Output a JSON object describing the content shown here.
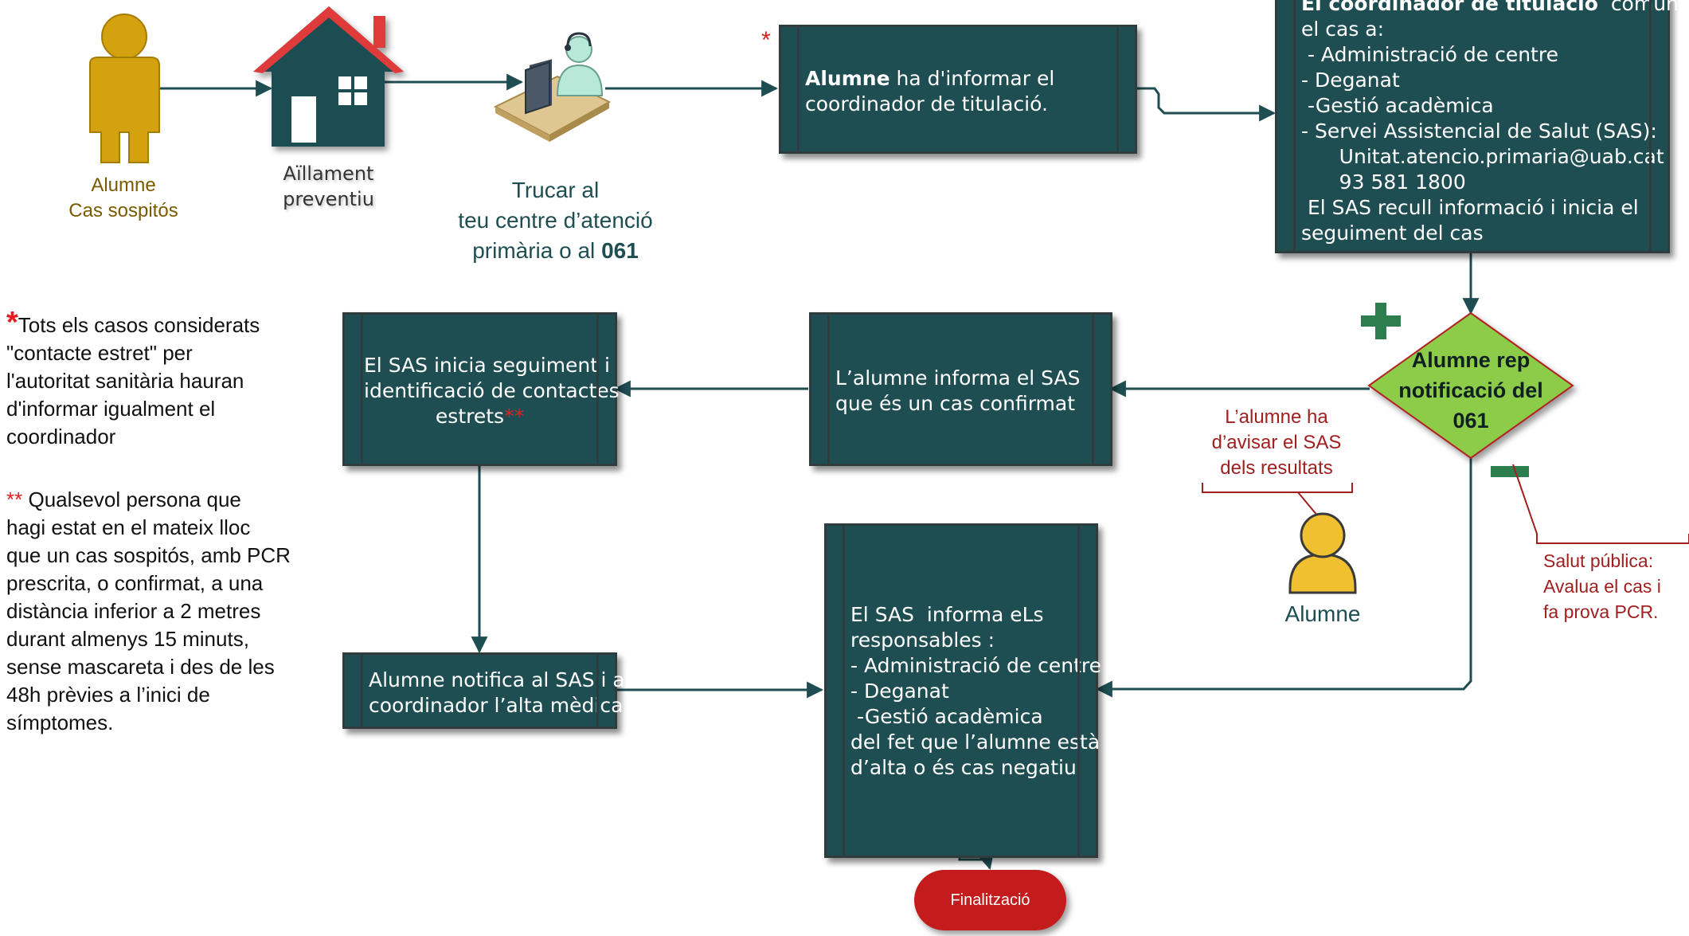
{
  "colors": {
    "box_fill": "#1f4e52",
    "box_border": "#2f3b3c",
    "person_fill": "#d4a20e",
    "person_label": "#7a5a00",
    "house_roof": "#e03b3b",
    "diamond_fill": "#8ccc4a",
    "finalize_fill": "#c41e1e",
    "accent_red": "#e02020",
    "note_red": "#a02020",
    "plus_green": "#2e7d4f"
  },
  "top": {
    "student_label_1": "Alumne",
    "student_label_2": "Cas sospitós",
    "isolation_label_1": "Aïllament",
    "isolation_label_2": "preventiu",
    "call_label_1": "Trucar al",
    "call_label_2": "teu centre d’atenció",
    "call_label_3_prefix": "primària o al ",
    "call_label_3_bold": "061",
    "asterisk": "*"
  },
  "boxes": {
    "inform_coordinator": {
      "bold": "Alumne",
      "rest": " ha d'informar el",
      "line2": "coordinador de titulació."
    },
    "coordinator_communicates": {
      "line0_bold": "El coordinador de titulació",
      "line0_rest": "  comunica",
      "lines": [
        "el cas a:",
        " - Administració de centre",
        "- Deganat",
        " -Gestió acadèmica",
        "- Servei Assistencial de Salut (SAS):",
        "      Unitat.atencio.primaria@uab.cat",
        "      93 581 1800",
        " El SAS recull informació i inicia el",
        "seguiment del cas"
      ]
    },
    "sas_tracking": {
      "line1": "El SAS inicia seguiment i",
      "line2": "identificació de contactes",
      "line3": "estrets",
      "line3_mark": "**"
    },
    "student_informs_sas": {
      "line1": "L’alumne informa el SAS",
      "line2": "que és un cas confirmat"
    },
    "student_notifies": {
      "line1": "Alumne notifica al SAS i al",
      "line2": "coordinador l’alta mèdica"
    },
    "sas_informs": {
      "lines": [
        "El SAS  informa eLs",
        "responsables :",
        "- Administració de centre",
        "- Deganat",
        " -Gestió acadèmica",
        "del fet que l’alumne està",
        "d’alta o és cas negatiu"
      ]
    }
  },
  "decision": {
    "line1": "Alumne rep",
    "line2": "notificació  del",
    "line3": "061",
    "plus": "+",
    "minus": "−"
  },
  "notes": {
    "notify_results": [
      "L’alumne ha",
      "d’avisar el SAS",
      "dels resultats"
    ],
    "public_health": [
      "Salut pública:",
      "Avalua el cas i",
      "fa prova PCR."
    ],
    "student_icon_label": "Alumne"
  },
  "end": {
    "label": "Finalització"
  },
  "footnotes": {
    "note1_mark": "*",
    "note1_lines": [
      "Tots els casos considerats",
      "\"contacte estret\" per",
      "l'autoritat sanitària hauran",
      "d'informar igualment el",
      "coordinador"
    ],
    "note2_mark": "**",
    "note2_lines": [
      " Qualsevol persona que",
      "hagi estat en el mateix lloc",
      "que un cas sospitós, amb PCR",
      "prescrita, o confirmat, a una",
      "distància inferior a 2 metres",
      "durant almenys 15 minuts,",
      "sense mascareta i des de les",
      "48h prèvies a l’inici de",
      "símptomes."
    ]
  }
}
